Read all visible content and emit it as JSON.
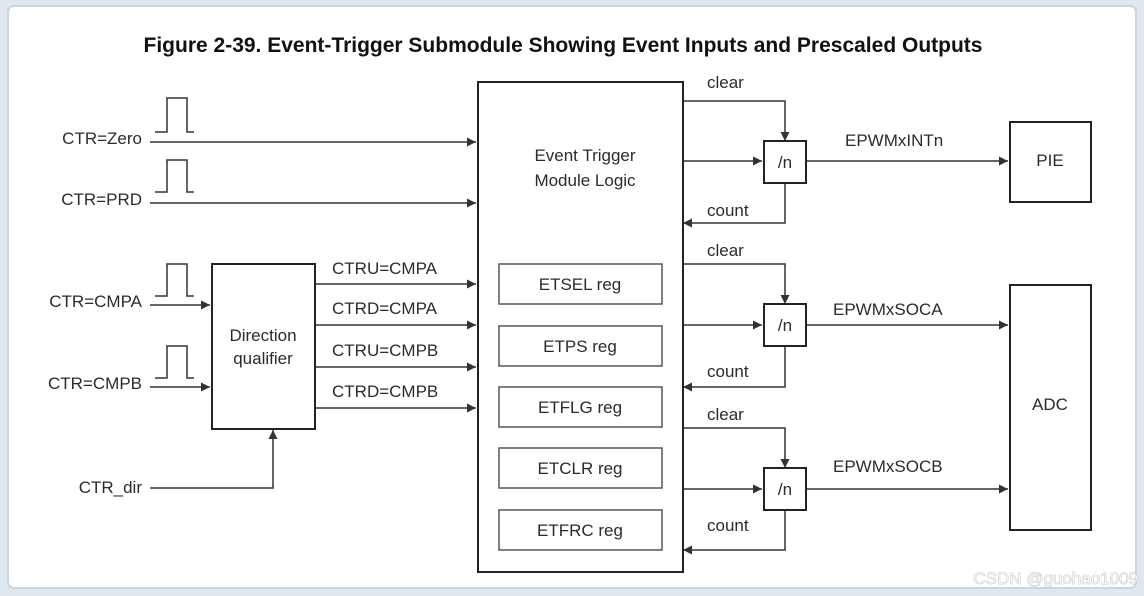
{
  "title": "Figure 2-39. Event-Trigger Submodule Showing Event Inputs and Prescaled Outputs",
  "inputs": {
    "ctr_zero": "CTR=Zero",
    "ctr_prd": "CTR=PRD",
    "ctr_cmpa": "CTR=CMPA",
    "ctr_cmpb": "CTR=CMPB",
    "ctr_dir": "CTR_dir"
  },
  "direction_qualifier": {
    "line1": "Direction",
    "line2": "qualifier"
  },
  "qualified_signals": [
    "CTRU=CMPA",
    "CTRD=CMPA",
    "CTRU=CMPB",
    "CTRD=CMPB"
  ],
  "module": {
    "line1": "Event Trigger",
    "line2": "Module Logic"
  },
  "registers": [
    "ETSEL reg",
    "ETPS reg",
    "ETFLG reg",
    "ETCLR reg",
    "ETFRC reg"
  ],
  "prescaler": {
    "label": "/n",
    "clear": "clear",
    "count": "count"
  },
  "outputs": [
    "EPWMxINTn",
    "EPWMxSOCA",
    "EPWMxSOCB"
  ],
  "destinations": {
    "pie": "PIE",
    "adc": "ADC"
  },
  "watermark": "CSDN @guohao1009"
}
